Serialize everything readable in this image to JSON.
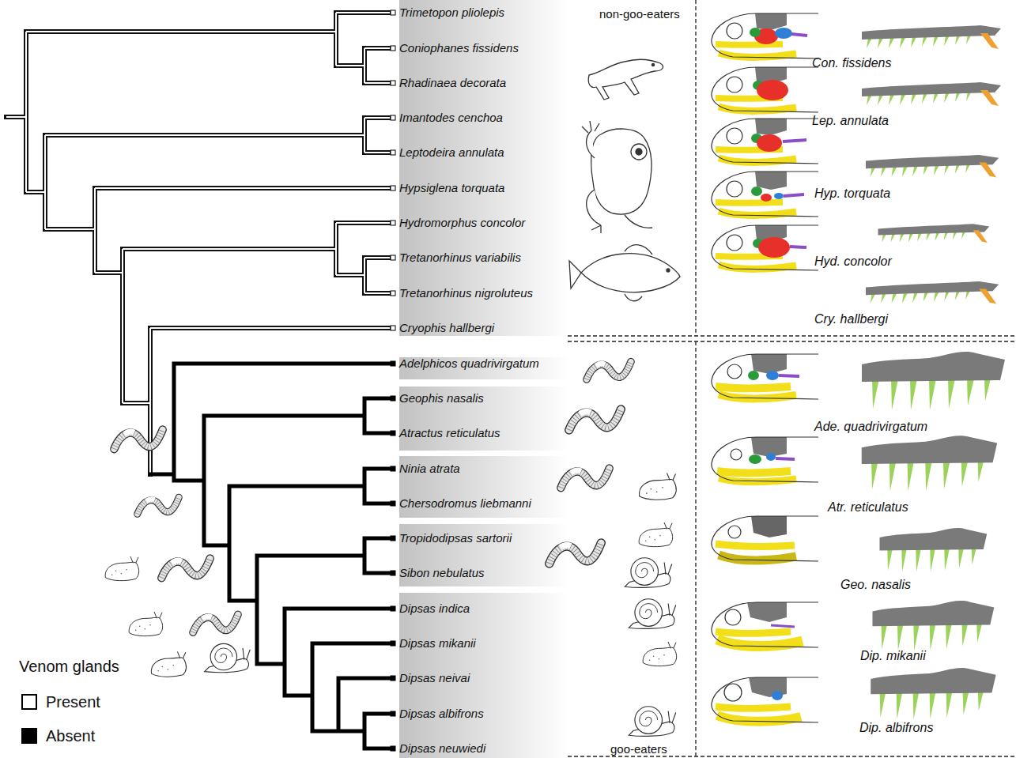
{
  "diagram": {
    "labels": [
      "Trimetopon pliolepis",
      "Coniophanes fissidens",
      "Rhadinaea decorata",
      "Imantodes cenchoa",
      "Leptodeira annulata",
      "Hypsiglena torquata",
      "Hydromorphus concolor",
      "Tretanorhinus variabilis",
      "Tretanorhinus nigroluteus",
      "Cryophis hallbergi",
      "Adelphicos quadrivirgatum",
      "Geophis nasalis",
      "Atractus reticulatus",
      "Ninia atrata",
      "Chersodromus liebmanni",
      "Tropidodipsas sartorii",
      "Sibon nebulatus",
      "Dipsas indica",
      "Dipsas mikanii",
      "Dipsas neivai",
      "Dipsas albifrons",
      "Dipsas neuwiedi",
      "non-goo-eaters",
      "goo-eaters",
      "Con. fissidens",
      "Lep. annulata",
      "Hyp. torquata",
      "Hyd. concolor",
      "Cry. hallbergi",
      "Ade. quadrivirgatum",
      "Atr. reticulatus",
      "Geo. nasalis",
      "Dip. mikanii",
      "Dip. albifrons",
      "Venom glands"
    ],
    "legend": [
      {
        "text": "Present",
        "color": "#ffffff"
      },
      {
        "text": "Absent",
        "color": "#000000"
      }
    ]
  }
}
